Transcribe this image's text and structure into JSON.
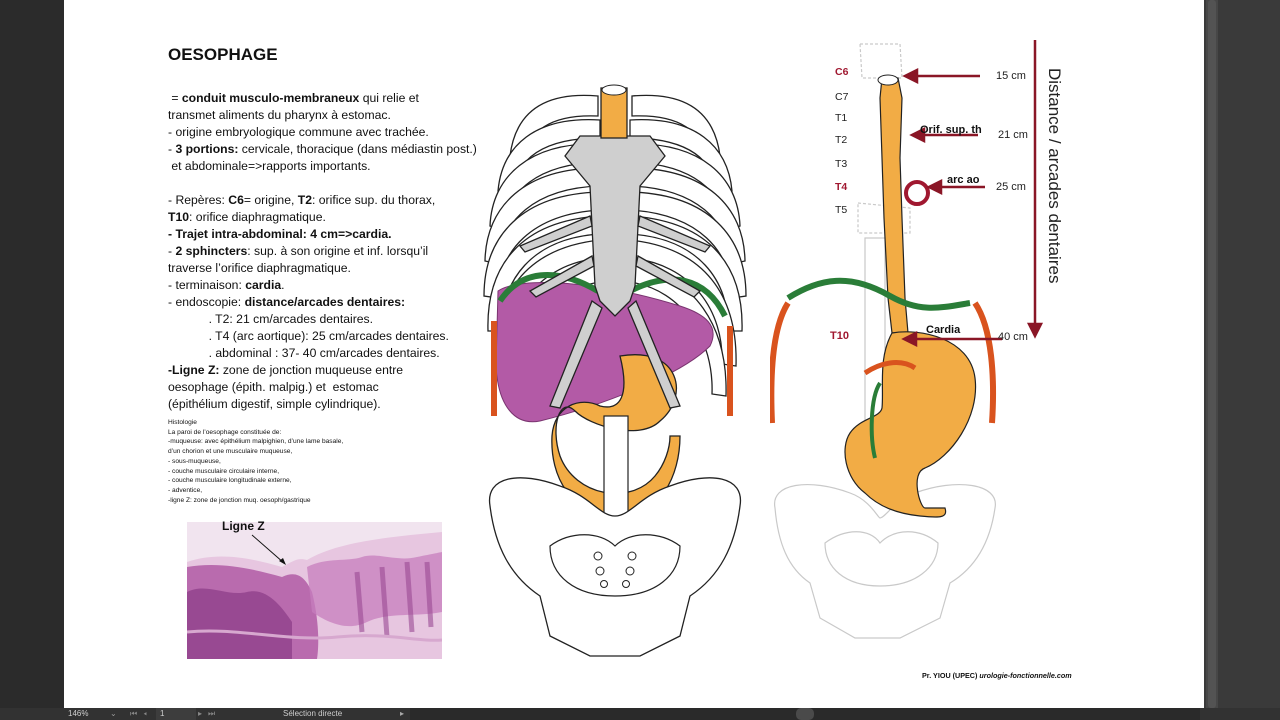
{
  "status_bar": {
    "zoom": "146%",
    "page_number": "1",
    "mode": "Sélection directe"
  },
  "document": {
    "title": "OESOPHAGE",
    "definition": {
      "intro": " = ",
      "term": "conduit musculo-membraneux",
      "rest1": " qui relie et",
      "rest2": "transmet aliments du pharynx à estomac.",
      "origin": "- origine embryologique commune avec trachée.",
      "portions_prefix": "- ",
      "portions_bold": "3 portions:",
      "portions_rest": " cervicale, thoracique (dans médiastin post.)",
      "portions_rest2": " et abdominale=>rapports importants."
    },
    "reperes": {
      "prefix": "- Repères: ",
      "c6": "C6",
      "c6_rest": "= origine, ",
      "t2": "T2",
      "t2_rest": ": orifice sup. du thorax,",
      "t10": "T10",
      "t10_rest": ": orifice diaphragmatique.",
      "trajet": "- Trajet intra-abdominal: 4 cm=>cardia.",
      "sph_prefix": "- ",
      "sph_bold": "2 sphincters",
      "sph_rest": ": sup. à son origine et inf. lorsqu’il",
      "sph_rest2": "traverse l’orifice diaphragmatique.",
      "term_prefix": "- terminaison: ",
      "term_bold": "cardia",
      "term_end": ".",
      "endo_prefix": "- endoscopie: ",
      "endo_bold": "distance/arcades dentaires:",
      "endo_1": "            . T2: 21 cm/arcades dentaires.",
      "endo_2": "            . T4 (arc aortique): 25 cm/arcades dentaires.",
      "endo_3": "            . abdominal : 37- 40 cm/arcades dentaires.",
      "z_bold": "-Ligne Z:",
      "z_rest": " zone de jonction muqueuse entre",
      "z_rest2": "oesophage (épith. malpig.) et  estomac",
      "z_rest3": "(épithélium digestif, simple cylindrique)."
    },
    "histologie": [
      "Histologie",
      "La paroi de l’oesophage constituée de:",
      "-muqueuse: avec épithélium malpighien, d’une lame basale,",
      "d’un chorion et une musculaire muqueuse,",
      "- sous-muqueuse,",
      "- couche musculaire circulaire interne,",
      "- couche musculaire longitudinale externe,",
      "- adventice,",
      "-ligne Z: zone de jonction muq. oesoph/gastrique"
    ],
    "micrograph_label": "Ligne Z",
    "credit_author": "Pr. YIOU (UPEC) ",
    "credit_site": "urologie-fonctionnelle.com"
  },
  "diagram": {
    "vertebrae": [
      {
        "label": "C6",
        "highlight": true
      },
      {
        "label": "C7",
        "highlight": false
      },
      {
        "label": "T1",
        "highlight": false
      },
      {
        "label": "T2",
        "highlight": false
      },
      {
        "label": "T3",
        "highlight": false
      },
      {
        "label": "T4",
        "highlight": true
      },
      {
        "label": "T5",
        "highlight": false
      }
    ],
    "t10": "T10",
    "distances": [
      "15 cm",
      "21 cm",
      "25 cm",
      "40 cm"
    ],
    "annot_orifice": "Orif. sup. th",
    "annot_arc": "arc ao",
    "annot_cardia": "Cardia",
    "vertical_label": "Distance / arcades dentaires",
    "colors": {
      "oesophagus": "#f2ac45",
      "diaphragm": "#2a7d38",
      "diaphragm_side": "#d9531e",
      "liver": "#b35aa6",
      "arrow": "#8a1626",
      "label_red": "#a01830"
    }
  }
}
